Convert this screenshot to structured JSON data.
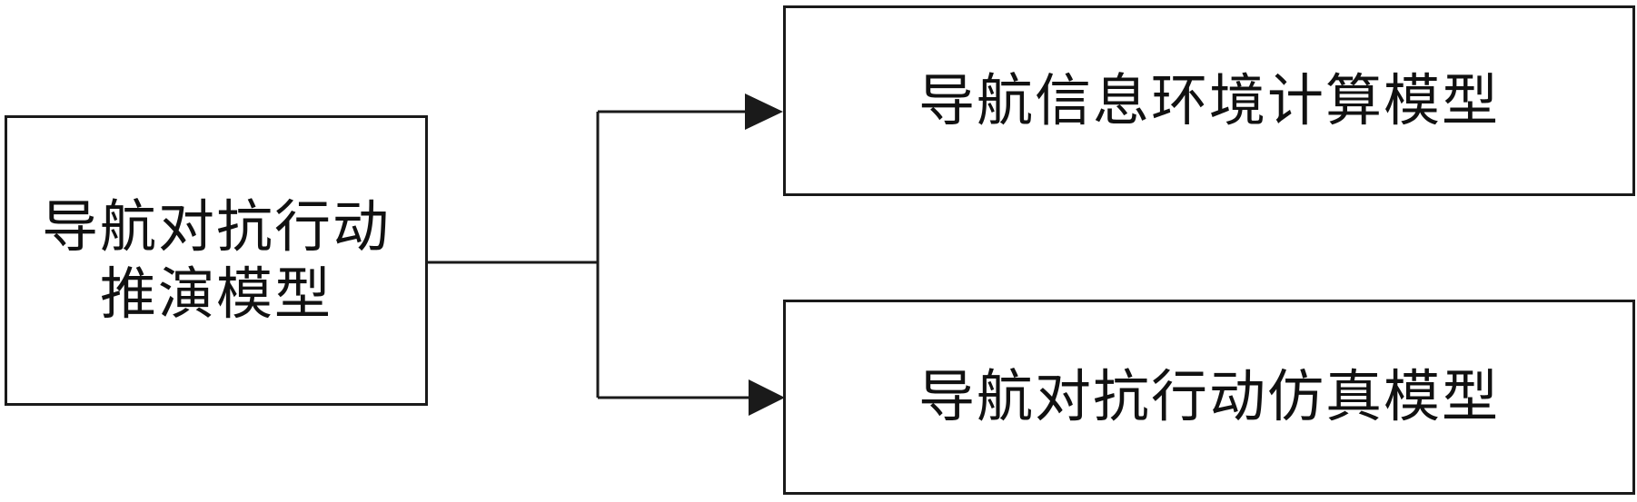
{
  "diagram": {
    "source": {
      "label": "导航对抗行动\n推演模型"
    },
    "targets": [
      {
        "label": "导航信息环境计算模型"
      },
      {
        "label": "导航对抗行动仿真模型"
      }
    ],
    "colors": {
      "stroke": "#1a1a1a",
      "background": "#ffffff"
    }
  }
}
